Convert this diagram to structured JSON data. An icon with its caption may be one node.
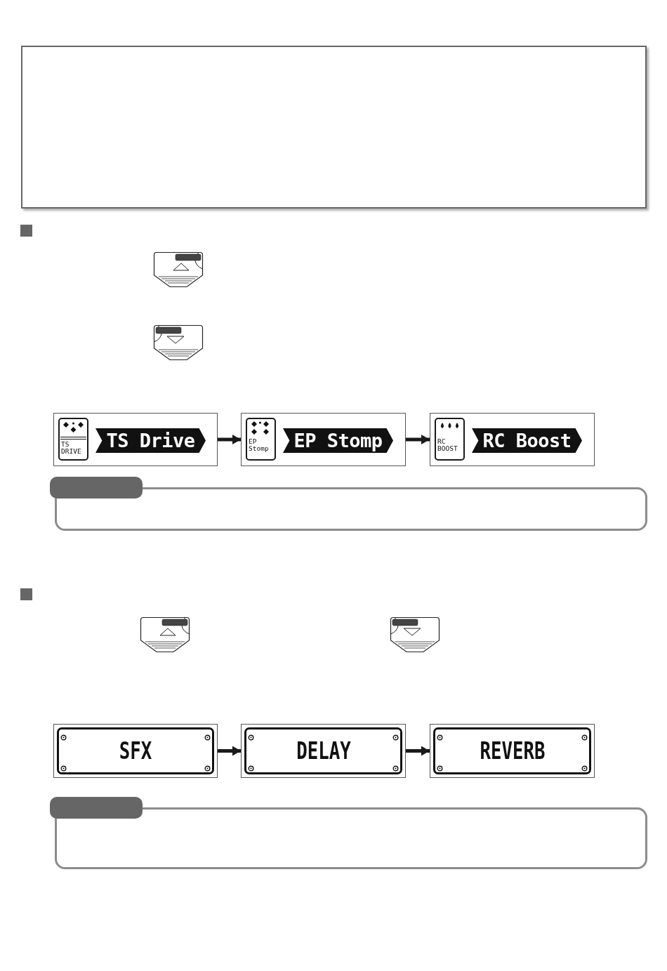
{
  "diagram": {
    "nodes": [
      {
        "text": [
          "TS DRIVE",
          "TS Drive"
        ]
      },
      {
        "text": [
          "EP Stomp",
          "EP Stomp"
        ]
      },
      {
        "text": [
          "RC BOOST",
          "RC Boost"
        ]
      },
      {
        "text": [
          "SFX"
        ]
      },
      {
        "text": [
          "DELAY"
        ]
      },
      {
        "text": [
          "REVERB"
        ]
      }
    ],
    "edges": [
      {
        "from": 0,
        "to": 1,
        "arrow": "to"
      },
      {
        "from": 1,
        "to": 2,
        "arrow": "to"
      },
      {
        "from": 3,
        "to": 4,
        "arrow": "to"
      },
      {
        "from": 4,
        "to": 5,
        "arrow": "to"
      }
    ]
  }
}
